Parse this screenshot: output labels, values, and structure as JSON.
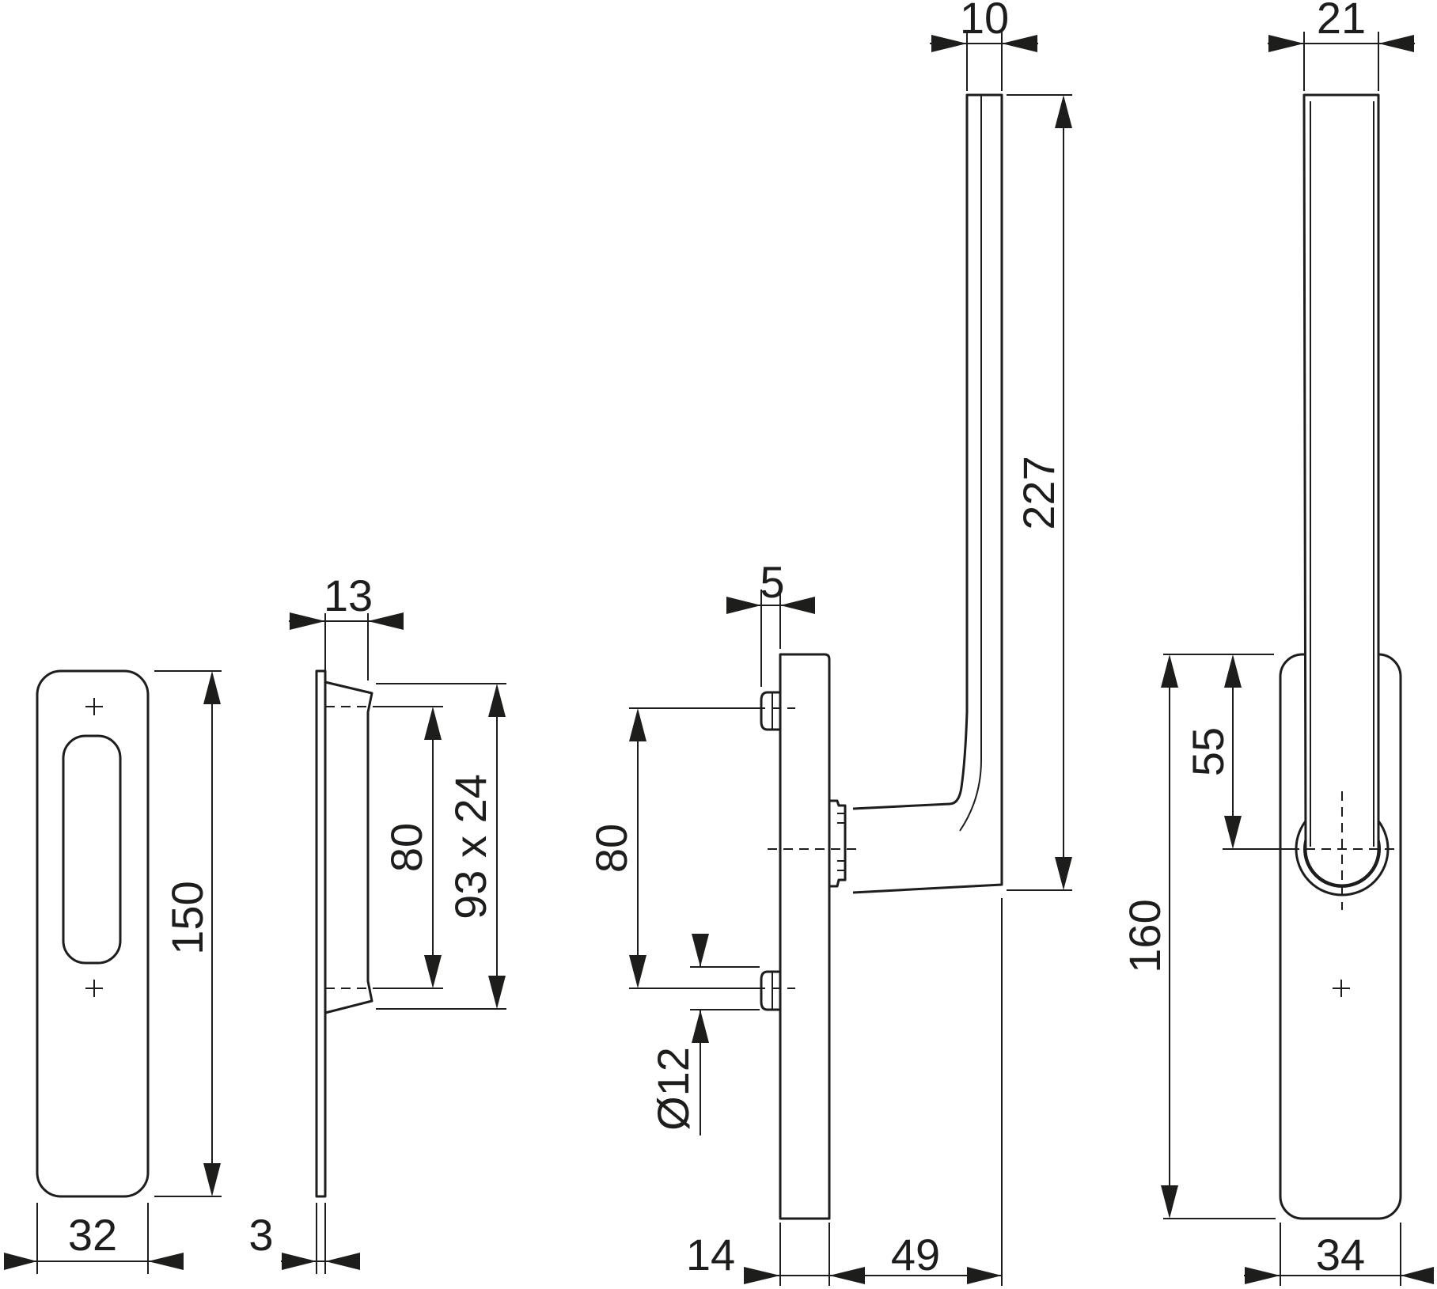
{
  "dimensions": {
    "rose_width": "32",
    "rose_height": "150",
    "plate_thickness": "3",
    "recess_depth": "13",
    "hole_spacing_side": "80",
    "recess_size": "93 x 24",
    "pin_offset": "5",
    "hole_spacing_front": "80",
    "pin_diameter": "Ø12",
    "base_thickness": "14",
    "handle_projection": "49",
    "handle_width": "10",
    "handle_length": "227",
    "lever_width": "21",
    "axis_offset": "55",
    "escutcheon_height": "160",
    "escutcheon_width": "34"
  },
  "colors": {
    "line": "#1d1d1b",
    "background": "#ffffff"
  }
}
